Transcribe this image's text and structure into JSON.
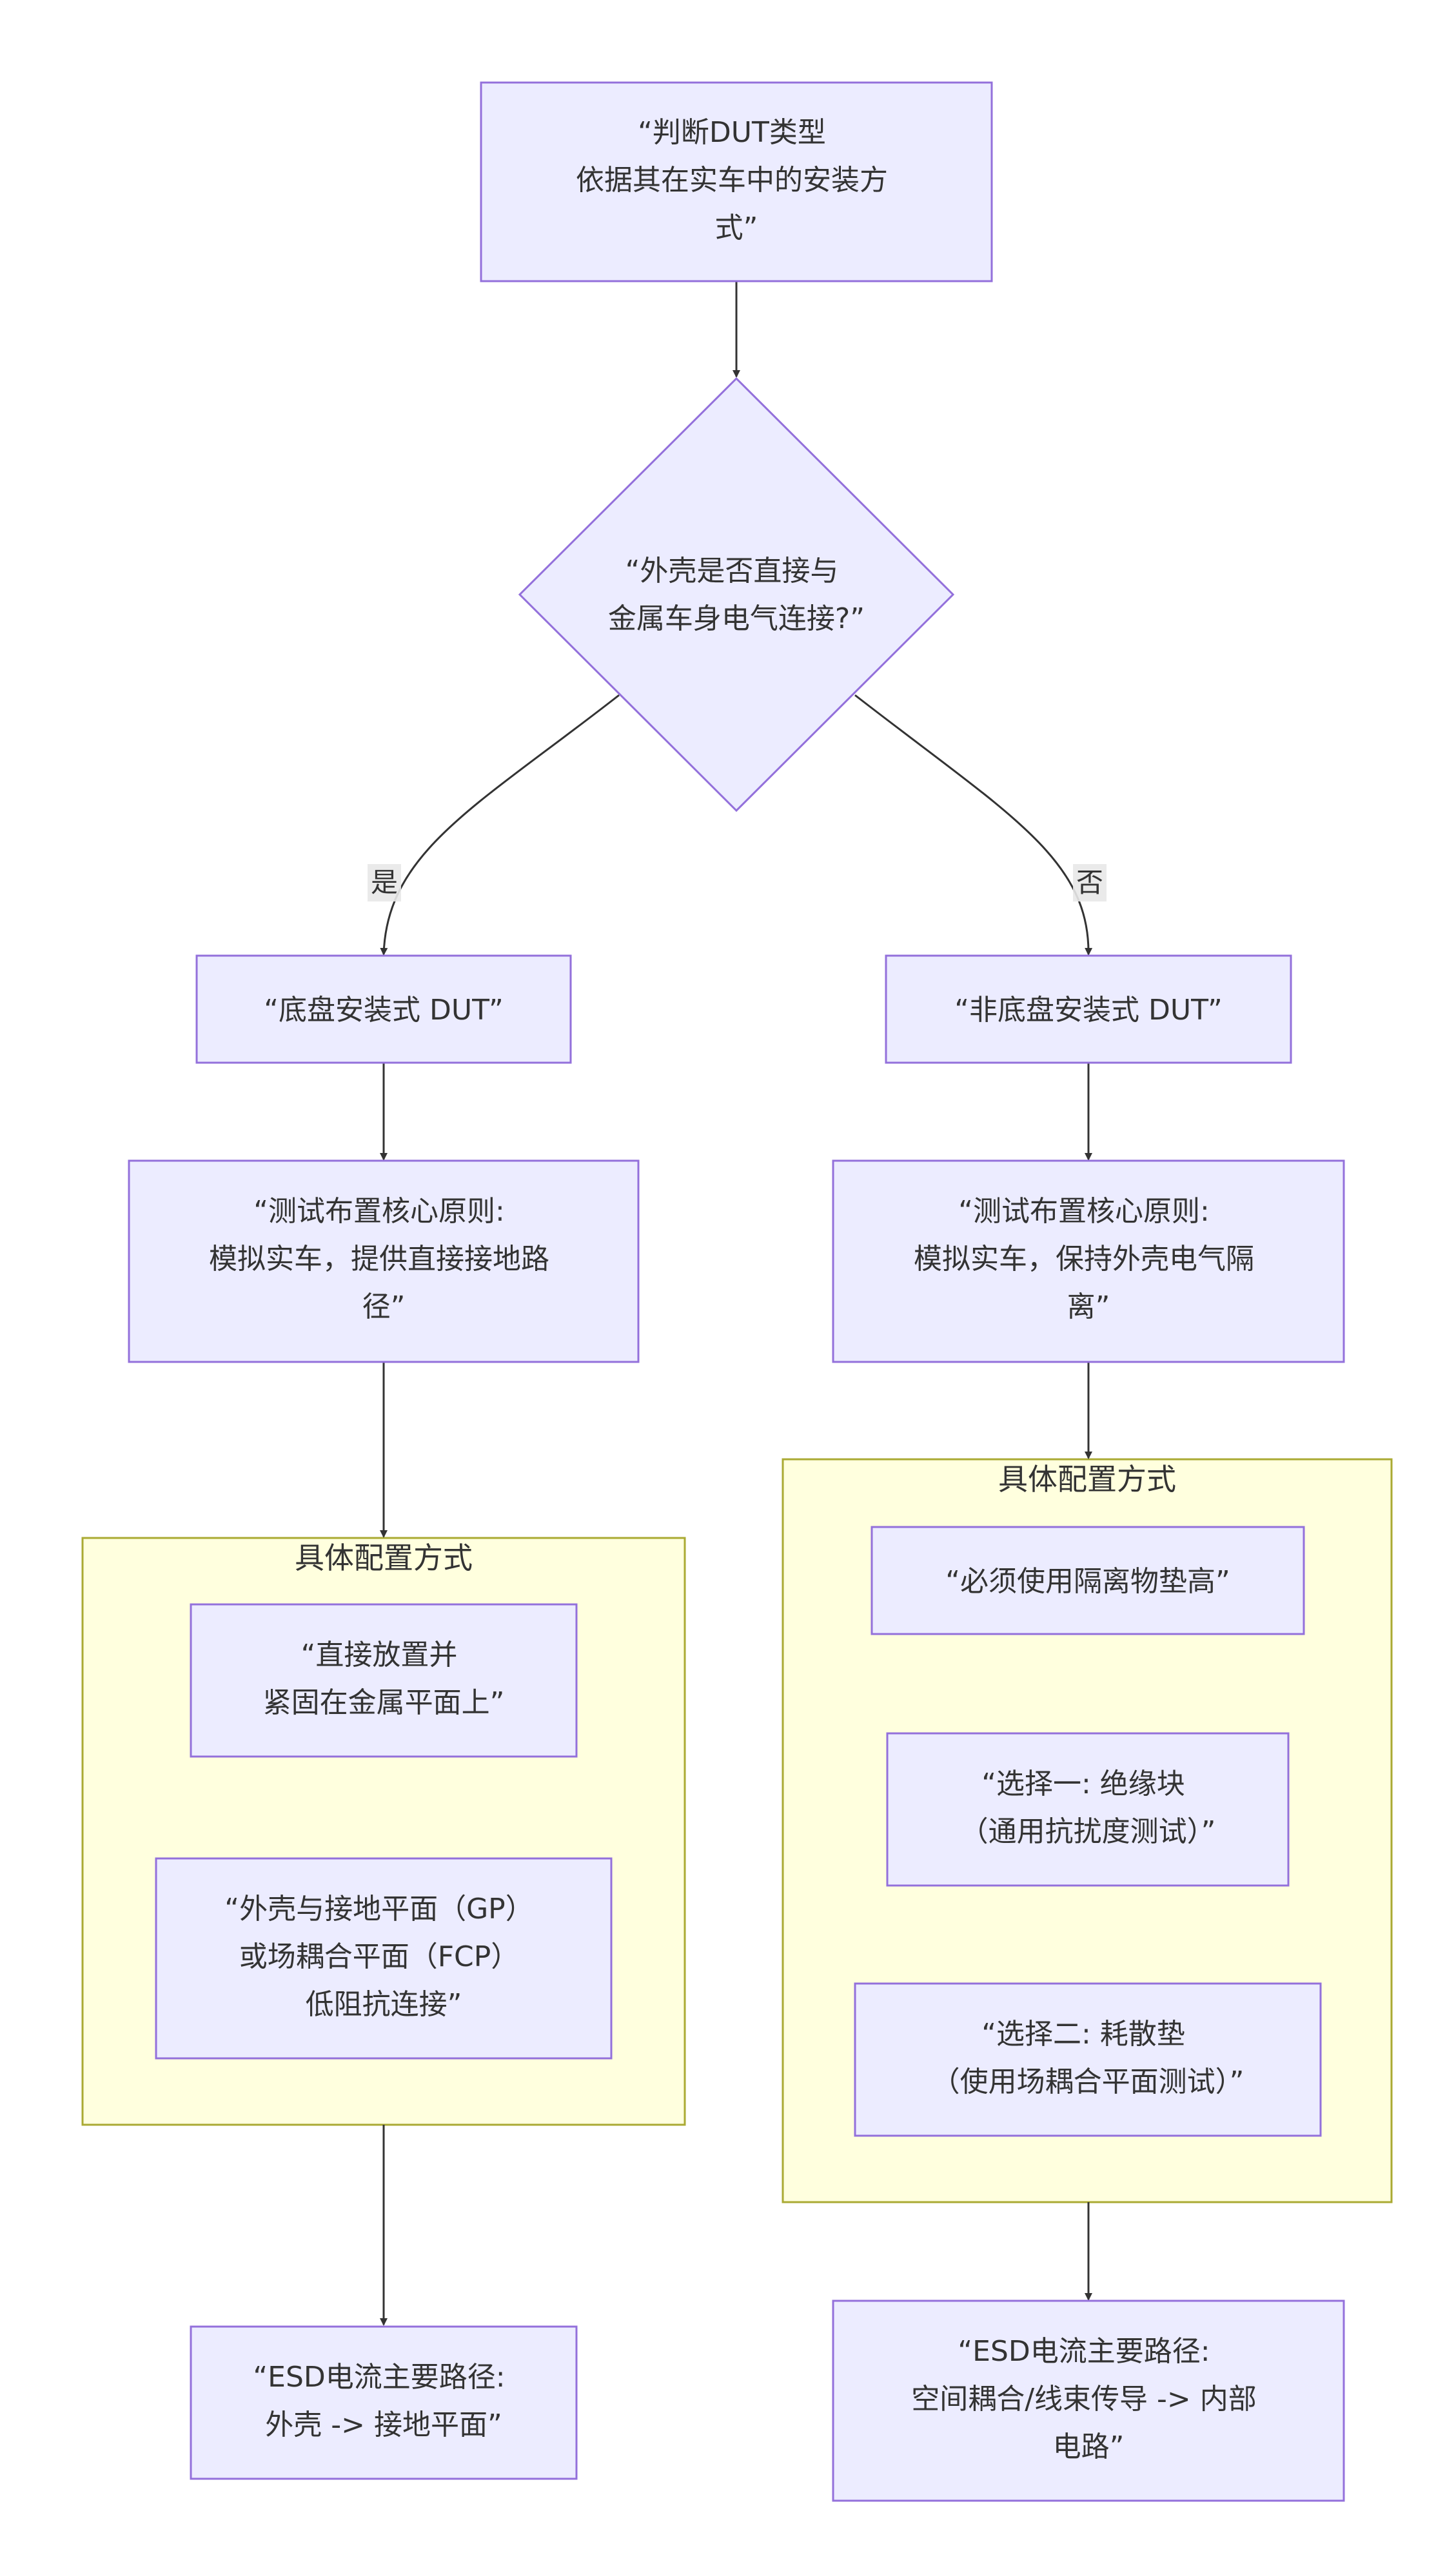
{
  "colors": {
    "node_fill": "#ECECFF",
    "node_stroke": "#9370DB",
    "cluster_fill": "#FFFFDE",
    "cluster_stroke": "#AAAA33",
    "edge": "#333333",
    "text": "#333333"
  },
  "nodes": {
    "start": [
      "“判断DUT类型",
      "依据其在实车中的安装方",
      "式”"
    ],
    "decision": [
      "“外壳是否直接与",
      "金属车身电气连接?”"
    ],
    "left_type": [
      "“底盘安装式 DUT”"
    ],
    "right_type": [
      "“非底盘安装式 DUT”"
    ],
    "left_principle": [
      "“测试布置核心原则:",
      "模拟实车，提供直接接地路",
      "径”"
    ],
    "right_principle": [
      "“测试布置核心原则:",
      "模拟实车，保持外壳电气隔",
      "离”"
    ],
    "left_config_1": [
      "“直接放置并",
      "紧固在金属平面上”"
    ],
    "left_config_2": [
      "“外壳与接地平面（GP）",
      "或场耦合平面（FCP）",
      "低阻抗连接”"
    ],
    "right_config_1": [
      "“必须使用隔离物垫高”"
    ],
    "right_config_2": [
      "“选择一: 绝缘块",
      "（通用抗扰度测试）”"
    ],
    "right_config_3": [
      "“选择二: 耗散垫",
      "（使用场耦合平面测试）”"
    ],
    "left_path": [
      "“ESD电流主要路径:",
      "外壳 -> 接地平面”"
    ],
    "right_path": [
      "“ESD电流主要路径:",
      "空间耦合/线束传导 -> 内部",
      "电路”"
    ]
  },
  "clusters": {
    "left": "具体配置方式",
    "right": "具体配置方式"
  },
  "edge_labels": {
    "yes": "是",
    "no": "否"
  }
}
